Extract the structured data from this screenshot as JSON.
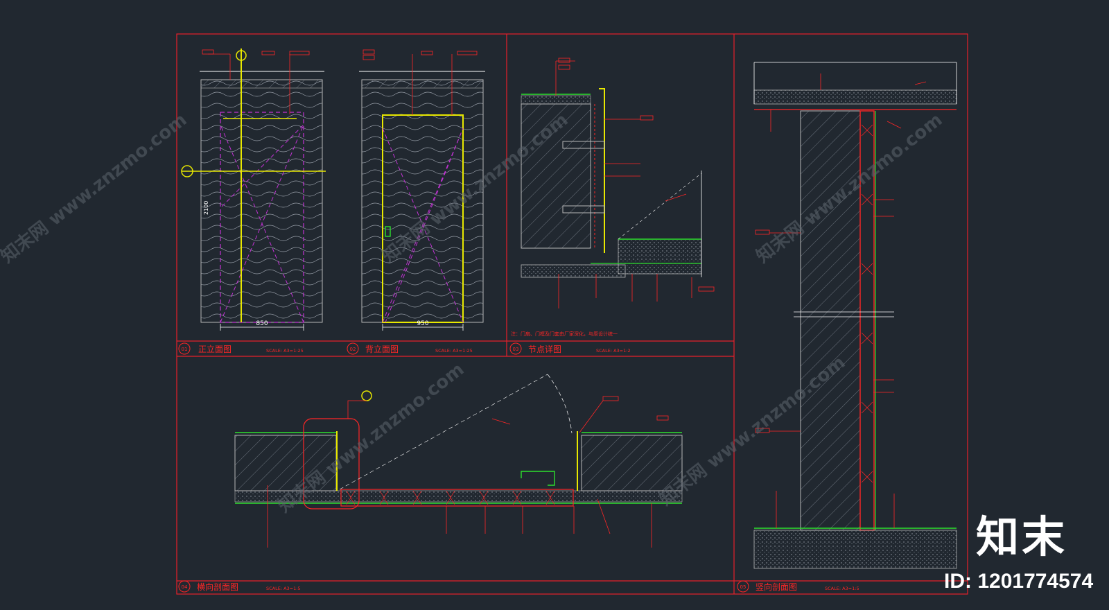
{
  "colors": {
    "background": "#212830",
    "frame": "#e8202a",
    "annotation": "#ff2626",
    "wall": "#b7b7b7",
    "door_frame": "#e8e800",
    "finish": "#2ddf2d",
    "guide": "#c233d4",
    "dimension": "#ffffff",
    "watermark": "#5c646e"
  },
  "panels": {
    "front_elevation": {
      "title": "正立面图",
      "scale": "SCALE: A3=1:25",
      "number": "01"
    },
    "back_elevation": {
      "title": "背立面图",
      "scale": "SCALE: A3=1:25",
      "number": "02"
    },
    "node_detail": {
      "title": "节点详图",
      "scale": "SCALE: A3=1:2",
      "number": "03"
    },
    "horizontal_section": {
      "title": "横向剖面图",
      "scale": "SCALE: A3=1:5",
      "number": "04"
    },
    "vertical_section": {
      "title": "竖向剖面图",
      "scale": "SCALE: A3=1:5",
      "number": "05"
    }
  },
  "dimensions": {
    "front_width": "850",
    "back_width": "950",
    "door_height": "2100"
  },
  "notes": {
    "node_note": "注：门扇、门框及门套由厂家深化，与原设计统一"
  },
  "watermark": {
    "text": "知末网 www.znzmo.com"
  },
  "logo": {
    "text": "知末",
    "id": "ID: 1201774574"
  }
}
